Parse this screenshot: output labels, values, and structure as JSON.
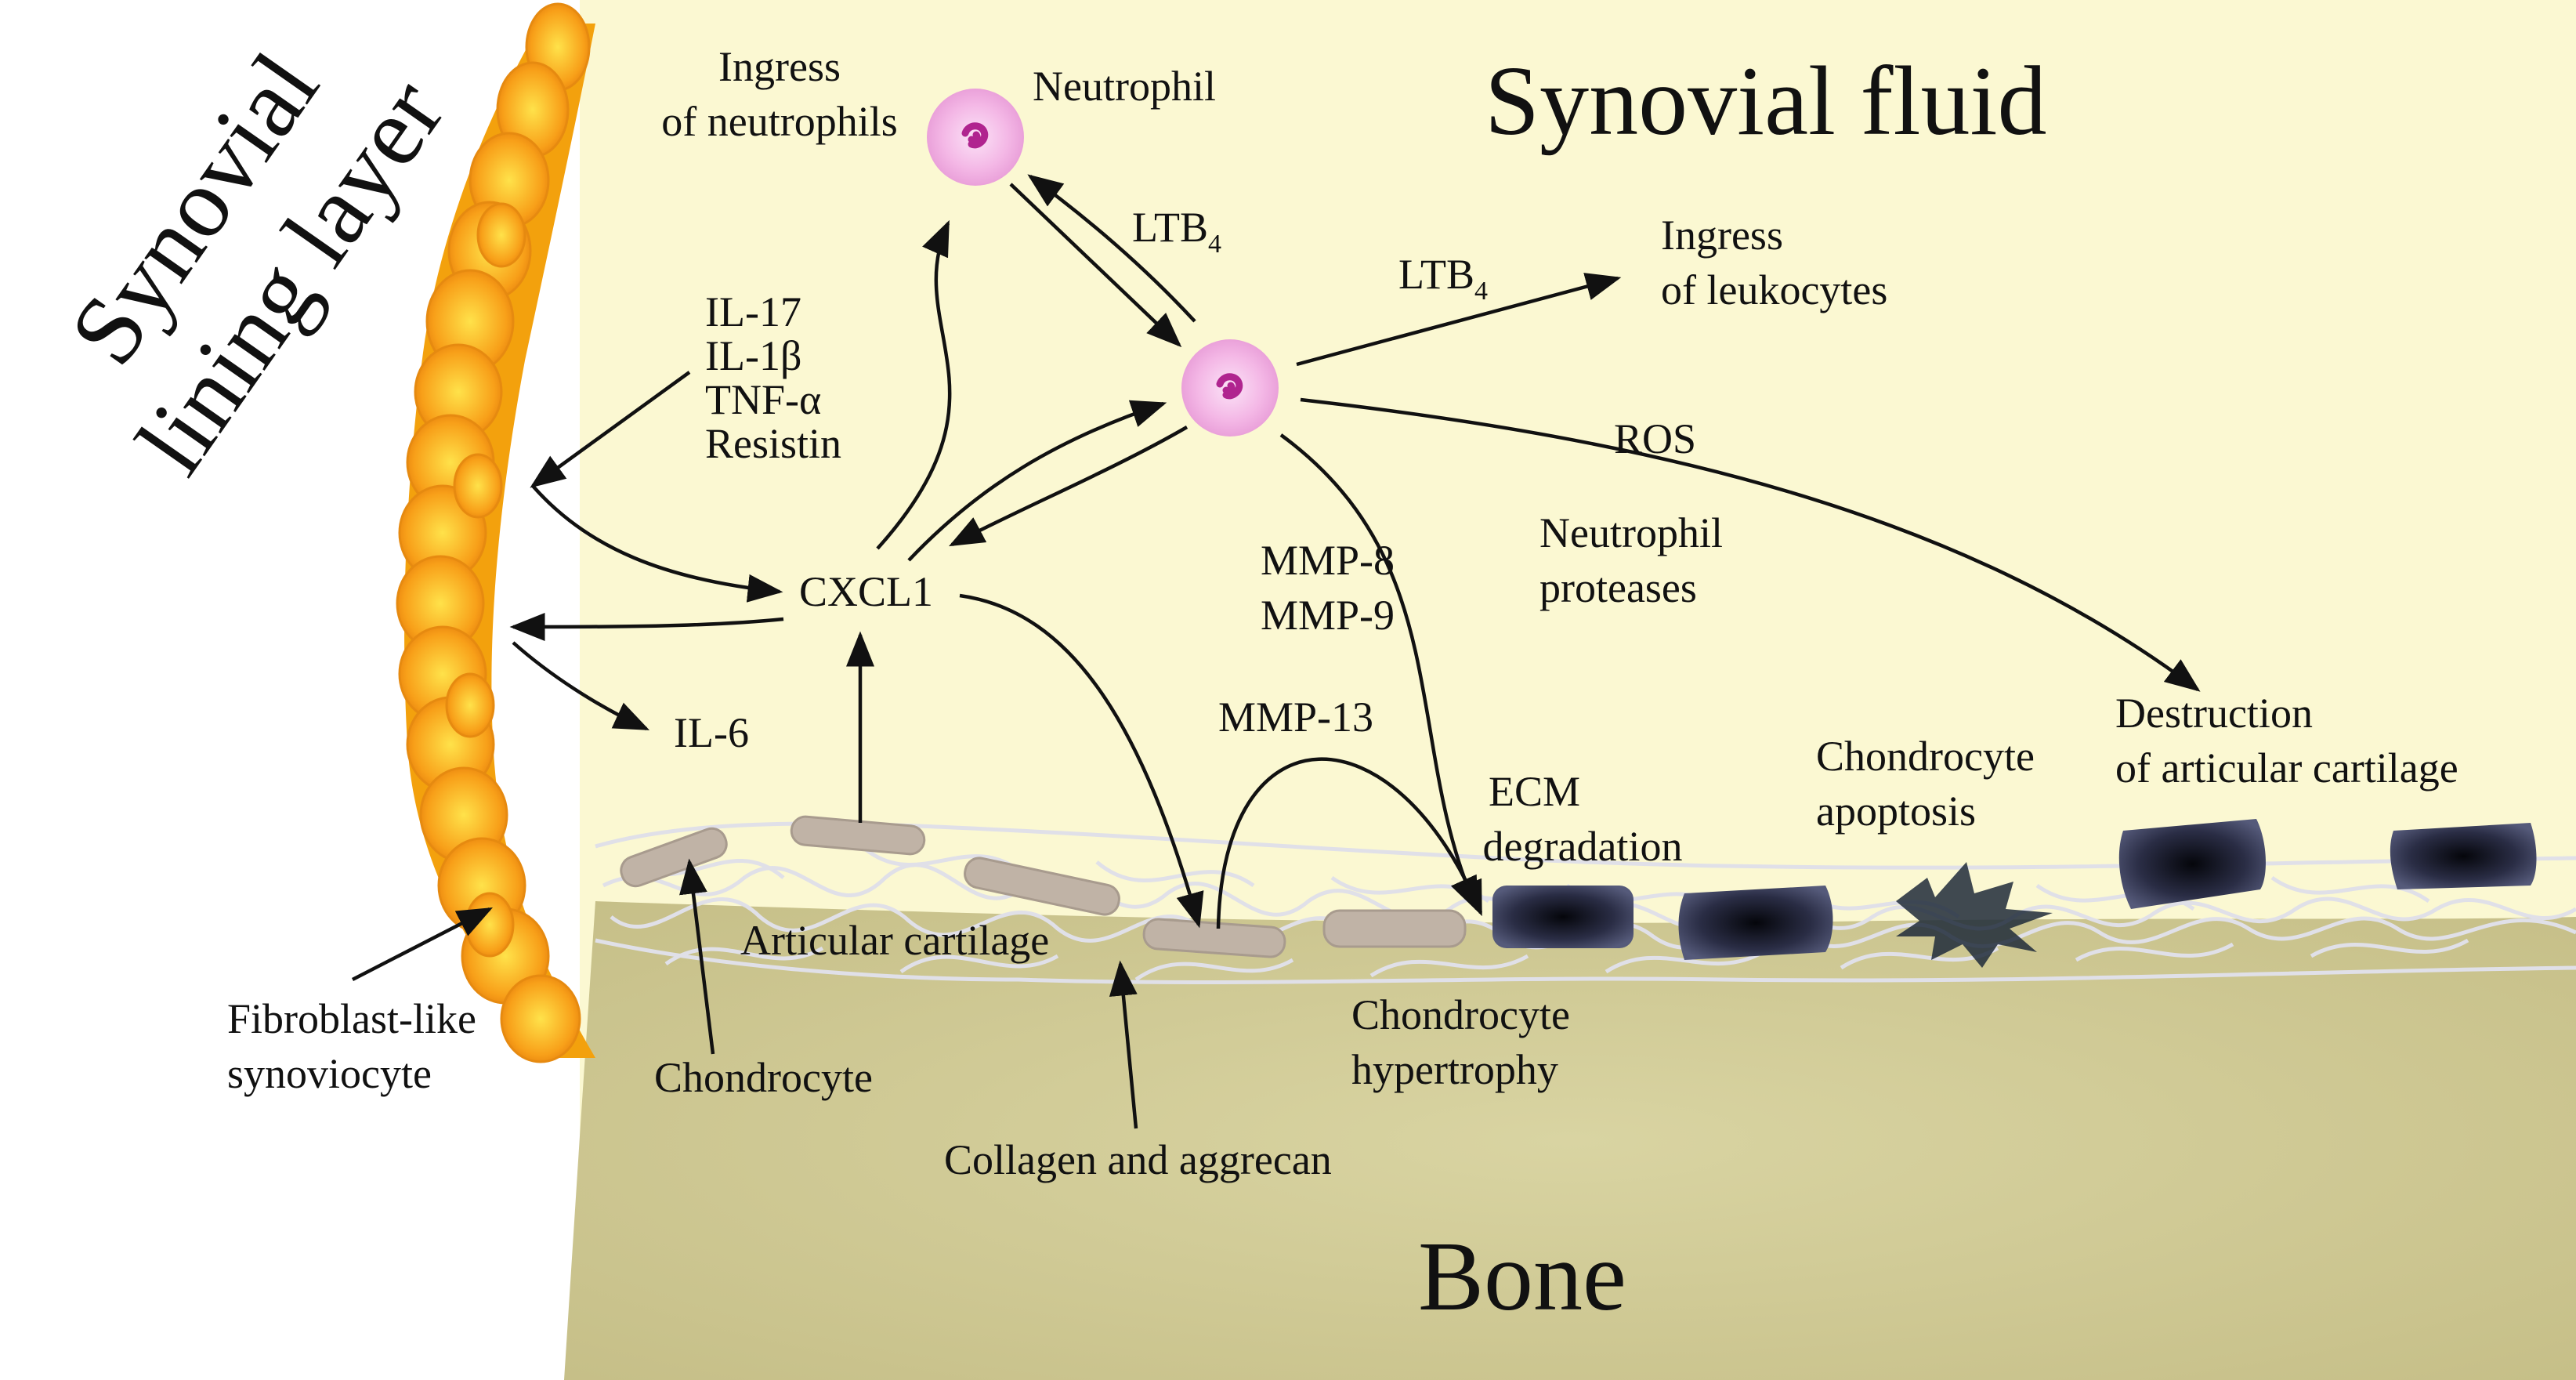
{
  "regions": {
    "synovial_fluid": "Synovial fluid",
    "synovial_lining_layer": "Synovial lining layer",
    "bone": "Bone"
  },
  "labels": {
    "ingress_neutrophils": [
      "Ingress",
      "of neutrophils"
    ],
    "neutrophil": "Neutrophil",
    "ltb4": "LTB",
    "ltb4_sub": "4",
    "ingress_leukocytes": [
      "Ingress",
      "of leukocytes"
    ],
    "cytokines": [
      "IL-17",
      "IL-1β",
      "TNF-α",
      "Resistin"
    ],
    "cxcl1": "CXCL1",
    "il6": "IL-6",
    "ros": "ROS",
    "neutrophil_proteases": [
      "Neutrophil",
      "proteases"
    ],
    "mmp_8_9": [
      "MMP-8",
      "MMP-9"
    ],
    "mmp13": "MMP-13",
    "ecm_degradation": [
      "ECM",
      "degradation"
    ],
    "chondrocyte_apoptosis": [
      "Chondrocyte",
      "apoptosis"
    ],
    "destruction_cartilage": [
      "Destruction",
      "of articular cartilage"
    ],
    "articular_cartilage": "Articular cartilage",
    "fibroblast": [
      "Fibroblast-like",
      "synoviocyte"
    ],
    "chondrocyte": "Chondrocyte",
    "chondrocyte_hypertrophy": [
      "Chondrocyte",
      "hypertrophy"
    ],
    "collagen_aggrecan": "Collagen and aggrecan"
  },
  "colors": {
    "synovial_fluid": "#fbf8d2",
    "bone": "#d1cb96",
    "lining_outer": "#f3a10d",
    "lining_inner": "#ffe24a",
    "neutrophil_fill": "#f4b8e6",
    "neutrophil_nucleus": "#b0248f",
    "chondrocyte_normal": "#c0b3a6",
    "chondrocyte_hypertrophic": "#2e3150",
    "collagen_mesh": "#e3e3ea",
    "arrow": "#111111"
  }
}
